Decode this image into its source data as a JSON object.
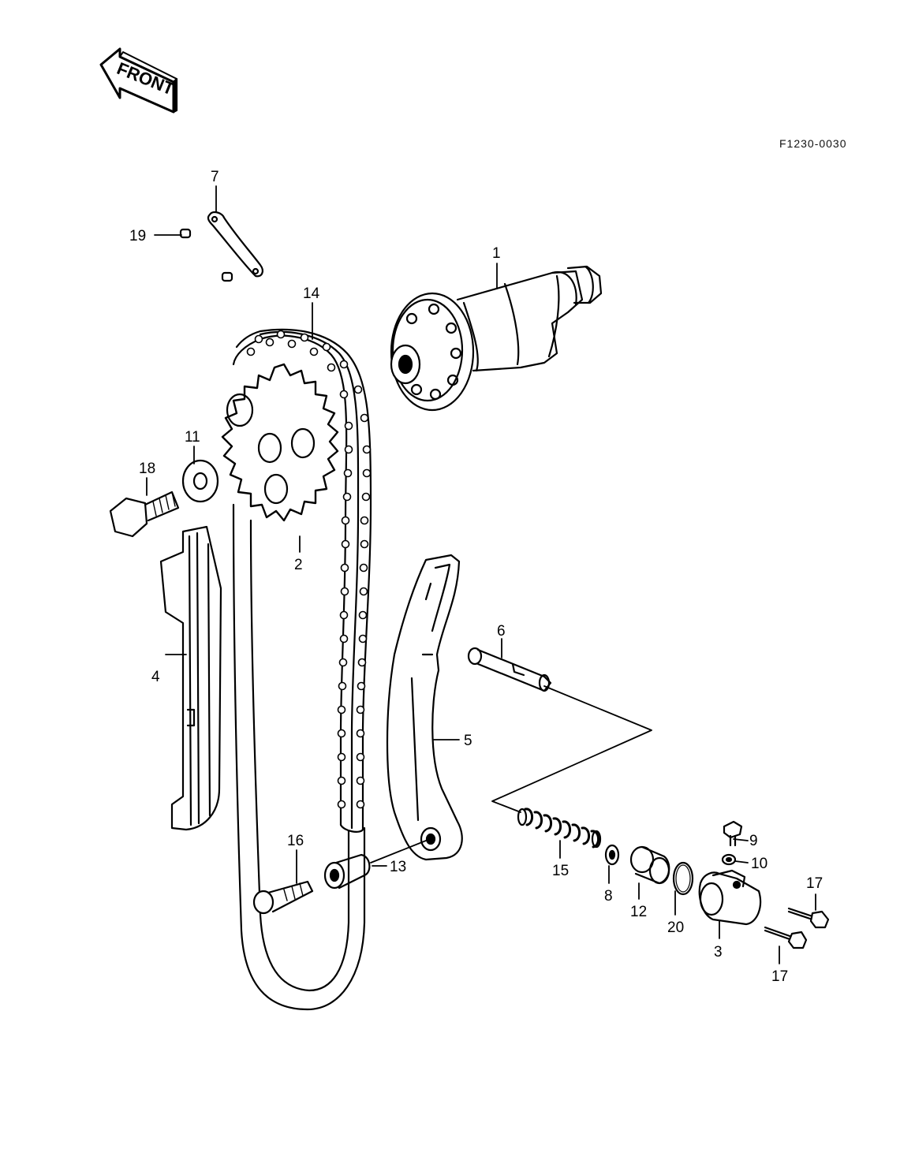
{
  "front_label": "FRONT",
  "diagram_code": "F1230-0030",
  "callouts": [
    {
      "key": "c1",
      "text": "1"
    },
    {
      "key": "c2",
      "text": "2"
    },
    {
      "key": "c3",
      "text": "3"
    },
    {
      "key": "c4",
      "text": "4"
    },
    {
      "key": "c5",
      "text": "5"
    },
    {
      "key": "c6",
      "text": "6"
    },
    {
      "key": "c7",
      "text": "7"
    },
    {
      "key": "c8",
      "text": "8"
    },
    {
      "key": "c9",
      "text": "9"
    },
    {
      "key": "c10",
      "text": "10"
    },
    {
      "key": "c11",
      "text": "11"
    },
    {
      "key": "c12",
      "text": "12"
    },
    {
      "key": "c13",
      "text": "13"
    },
    {
      "key": "c14",
      "text": "14"
    },
    {
      "key": "c15",
      "text": "15"
    },
    {
      "key": "c16",
      "text": "16"
    },
    {
      "key": "c17a",
      "text": "17"
    },
    {
      "key": "c17b",
      "text": "17"
    },
    {
      "key": "c18",
      "text": "18"
    },
    {
      "key": "c19",
      "text": "19"
    },
    {
      "key": "c20",
      "text": "20"
    }
  ]
}
